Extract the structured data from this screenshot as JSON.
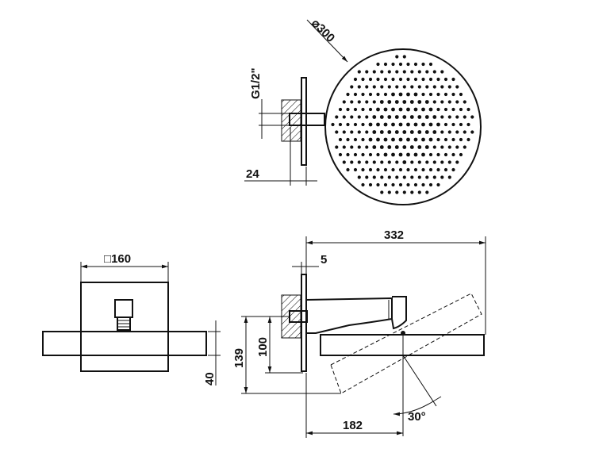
{
  "dimensions": {
    "diameter": "300",
    "thread": "G1/2\"",
    "flange_depth": "24",
    "plate_width": "160",
    "overall_length": "332",
    "plate_thickness": "5",
    "outlet_height": "100",
    "total_height": "139",
    "head_thickness": "40",
    "arm_length": "182",
    "tilt_angle": "30°"
  },
  "symbols": {
    "diameter": "⌀",
    "square": "□"
  }
}
